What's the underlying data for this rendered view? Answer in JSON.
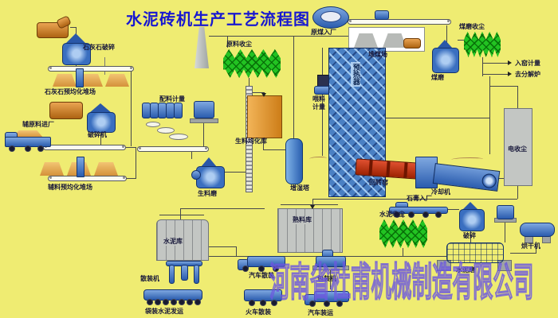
{
  "title": "水泥砖机生产工艺流程图",
  "watermark": "河南省杜甫机械制造有限公司",
  "labels": {
    "limestone_crushing": "石灰石破碎",
    "limestone_yard": "石灰石预均化堆场",
    "aux_entry": "辅原料进厂",
    "crusher": "破碎机",
    "aux_yard": "辅料预均化堆场",
    "batching": "配料计量",
    "raw_mill": "生料磨",
    "raw_meal_silo": "生料均化库",
    "raw_dust": "原料收尘",
    "humidifier": "增湿塔",
    "feed1": "喂料",
    "feed2": "计量",
    "preheater": "预热器",
    "coal_entry": "原煤入厂",
    "coal_yard": "堆煤场",
    "coal_mill": "煤磨",
    "coal_dust": "煤磨收尘",
    "kiln_metering": "入窑计量",
    "to_calciner": "去分解炉",
    "rotary_kiln": "回转窑",
    "cooler": "冷却机",
    "esp": "电收尘",
    "clinker_silo": "熟料库",
    "gypsum_entry": "石膏入厂",
    "cement_dust": "水泥收尘",
    "gypsum_crush": "破碎",
    "dryer": "烘干机",
    "cement_mill": "水泥磨",
    "cement_silo": "水泥库",
    "bulk_loader": "散装机",
    "bagged_dispatch": "袋装水泥发运",
    "truck_bulk": "汽车散装",
    "packer": "包装机",
    "train_bulk": "火车散装",
    "truck_ship": "汽车装运"
  },
  "colors": {
    "background": "#efec72",
    "title_blue": "#1818d0",
    "machine_blue": "#2a5cae",
    "machine_orange": "#c8781e",
    "bagfilter_green": "#22c322",
    "tank_orange": "#de9630",
    "kiln_red": "#c33000",
    "silo_gray": "#c3c6c3",
    "watermark_purple": "#6c58de",
    "label_text": "#17173a"
  }
}
